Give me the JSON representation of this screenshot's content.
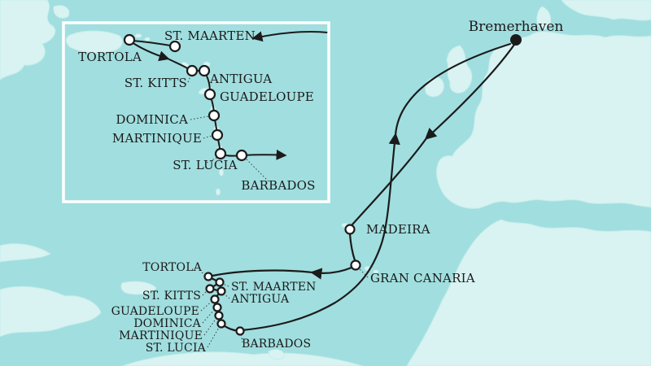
{
  "colors": {
    "sea": "#a1dedf",
    "land": "#d8f3f1",
    "land-edge": "#c3ecea",
    "route": "#1b1b1b",
    "label": "#1a1a1a",
    "marker-fill": "#ffffff",
    "inset-border": "#ffffff"
  },
  "symbols": {
    "port_marker": "white circle with dark ring",
    "home_port_marker": "solid black dot",
    "route_arrow": "black triangle arrowhead"
  },
  "main_map": {
    "home_port": "Bremerhaven",
    "ports": {
      "madeira": "MADEIRA",
      "gran_canaria": "GRAN CANARIA",
      "tortola": "TORTOLA",
      "st_maarten": "ST. MAARTEN",
      "st_kitts": "ST. KITTS",
      "antigua": "ANTIGUA",
      "guadeloupe": "GUADELOUPE",
      "dominica": "DOMINICA",
      "martinique": "MARTINIQUE",
      "st_lucia": "ST. LUCIA",
      "barbados": "BARBADOS"
    }
  },
  "inset_map": {
    "ports": {
      "st_maarten": "ST. MAARTEN",
      "tortola": "TORTOLA",
      "st_kitts": "ST. KITTS",
      "antigua": "ANTIGUA",
      "guadeloupe": "GUADELOUPE",
      "dominica": "DOMINICA",
      "martinique": "MARTINIQUE",
      "st_lucia": "ST. LUCIA",
      "barbados": "BARBADOS"
    }
  }
}
